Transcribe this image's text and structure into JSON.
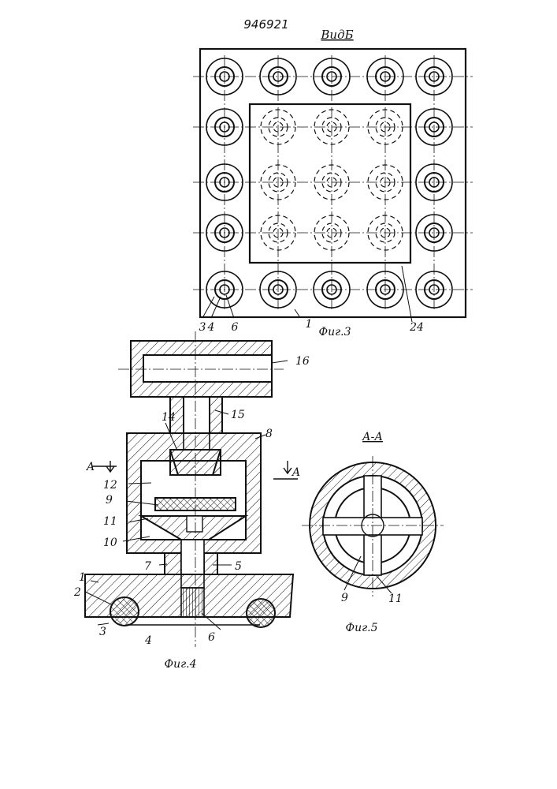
{
  "document": {
    "patent_number": "946921",
    "view_label": "ВидБ"
  },
  "figures": [
    {
      "id": "fig3",
      "caption": "Фиг.3",
      "labels": [
        "3",
        "4",
        "6",
        "1",
        "24"
      ]
    },
    {
      "id": "fig4",
      "caption": "Фиг.4",
      "labels": [
        "16",
        "15",
        "14",
        "8",
        "A",
        "A",
        "12",
        "9",
        "11",
        "10",
        "7",
        "5",
        "1",
        "2",
        "3",
        "4",
        "6"
      ]
    },
    {
      "id": "fig5",
      "caption": "Фиг.5",
      "title": "А-А",
      "labels": [
        "9",
        "11"
      ]
    }
  ],
  "colors": {
    "ink": "#111111",
    "paper": "#ffffff"
  }
}
